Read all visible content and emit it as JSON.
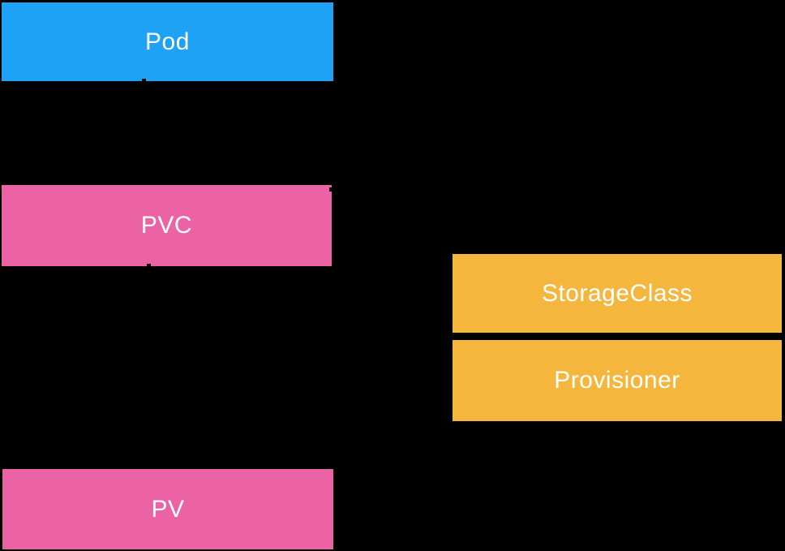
{
  "diagram": {
    "background_color": "#000000",
    "text_color": "#ffffff",
    "nodes": [
      {
        "id": "pod",
        "label": "Pod",
        "color": "#1da2f6"
      },
      {
        "id": "pvc",
        "label": "PVC",
        "color": "#ec63a5"
      },
      {
        "id": "storageclass",
        "label": "StorageClass",
        "color": "#f5b63d"
      },
      {
        "id": "provisioner",
        "label": "Provisioner",
        "color": "#f5b63d"
      },
      {
        "id": "pv",
        "label": "PV",
        "color": "#ec63a5"
      }
    ]
  }
}
